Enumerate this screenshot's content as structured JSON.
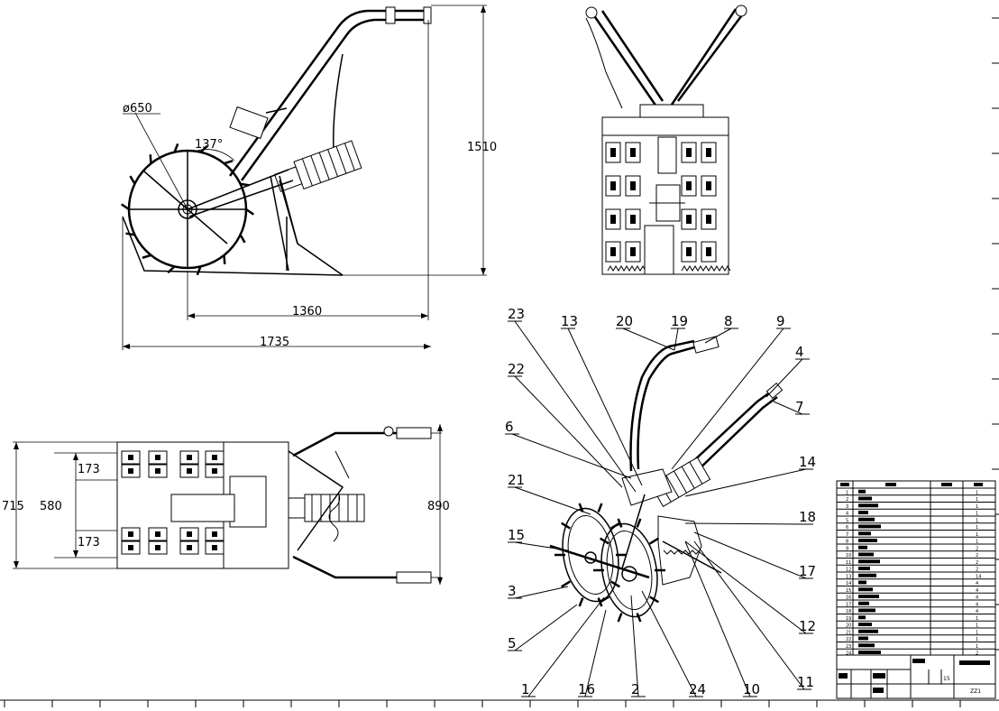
{
  "dimensions": {
    "diameter": "ø650",
    "angle": "137°",
    "height_side": "1510",
    "length_base": "1360",
    "length_total": "1735",
    "width_inner_top": "173",
    "width_inner_bottom": "173",
    "width_mid": "580",
    "width_outer": "715",
    "length_top_view": "890"
  },
  "callouts": [
    "23",
    "13",
    "20",
    "19",
    "8",
    "9",
    "4",
    "7",
    "22",
    "6",
    "21",
    "15",
    "3",
    "5",
    "1",
    "16",
    "2",
    "24",
    "10",
    "11",
    "12",
    "17",
    "18",
    "14"
  ],
  "bom": {
    "rows": [
      "1",
      "2",
      "3",
      "4",
      "5",
      "6",
      "7",
      "8",
      "9",
      "10",
      "11",
      "12",
      "13",
      "14",
      "15",
      "16",
      "17",
      "18",
      "19",
      "20",
      "21",
      "22",
      "23",
      "24"
    ],
    "qty": [
      "1",
      "1",
      "1",
      "1",
      "1",
      "1",
      "1",
      "1",
      "2",
      "2",
      "2",
      "2",
      "14",
      "4",
      "4",
      "4",
      "4",
      "4",
      "1",
      "1",
      "1",
      "1",
      "1",
      "2"
    ]
  },
  "title_block": {
    "scale": "15",
    "code": "ZZ1"
  }
}
